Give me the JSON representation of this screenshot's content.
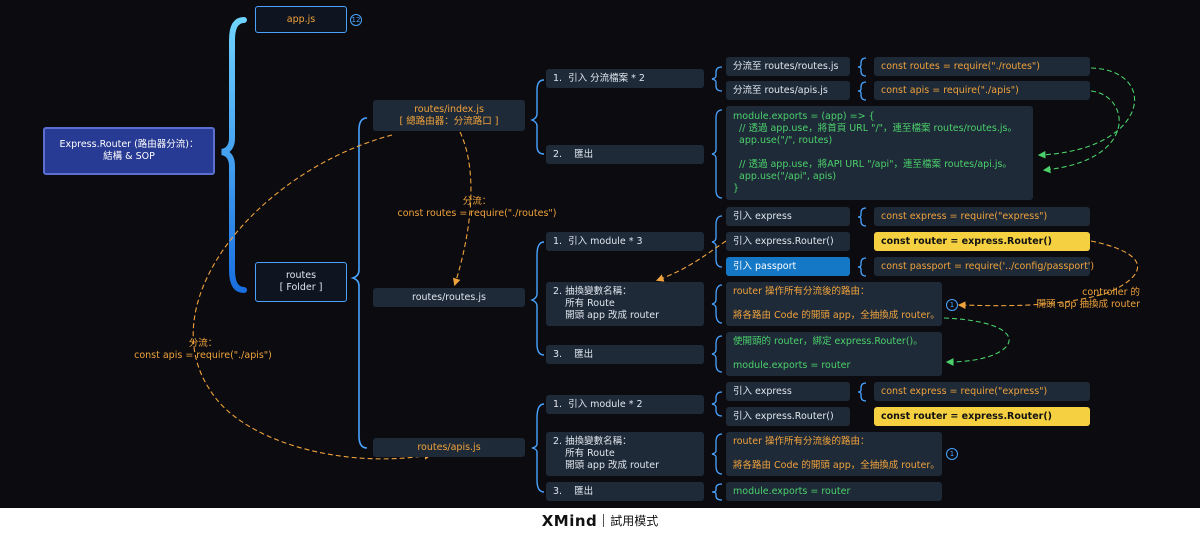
{
  "root": {
    "label": "Express.Router (路由器分流)：\n結構 & SOP"
  },
  "app_js": {
    "label": "app.js",
    "badge": "12"
  },
  "routes_folder": {
    "label": "routes\n[ Folder ]"
  },
  "index_js": {
    "label": "routes/index.js\n[ 總路由器：分流路口 ]",
    "step1": "1.  引入 分流檔案 * 2",
    "step1_items": [
      {
        "label": "分流至 routes/routes.js",
        "code": "const routes = require(\"./routes\")"
      },
      {
        "label": "分流至 routes/apis.js",
        "code": "const apis = require(\"./apis\")"
      }
    ],
    "step2": "2.    匯出",
    "step2_code": "module.exports = (app) => {\n  // 透過 app.use，將首頁 URL \"/\"，連至檔案 routes/routes.js。\n  app.use(\"/\", routes)\n\n  // 透過 app.use，將API URL \"/api\"，連至檔案 routes/api.js。\n  app.use(\"/api\", apis)\n}"
  },
  "routes_js": {
    "label": "routes/routes.js",
    "step1": "1.  引入 module * 3",
    "step1_items": [
      {
        "label": "引入 express",
        "code": "const express = require(\"express\")"
      },
      {
        "label": "引入 express.Router()",
        "code": "const router = express.Router()"
      },
      {
        "label": "引入 passport",
        "code": "const passport = require('../config/passport')"
      }
    ],
    "step2": "2. 抽換變數名稱：\n    所有 Route\n    開頭 app 改成 router",
    "step2_detail": "router 操作所有分流後的路由：\n\n將各路由 Code 的開頭 app，全抽換成 router。",
    "step2_badge": "1",
    "step3": "3.    匯出",
    "step3_detail": "使開頭的 router，綁定 express.Router()。\n\nmodule.exports = router"
  },
  "apis_js": {
    "label": "routes/apis.js",
    "step1": "1.  引入 module * 2",
    "step1_items": [
      {
        "label": "引入 express",
        "code": "const express = require(\"express\")"
      },
      {
        "label": "引入 express.Router()",
        "code": "const router = express.Router()"
      }
    ],
    "step2": "2. 抽換變數名稱：\n    所有 Route\n    開頭 app 改成 router",
    "step2_detail": "router 操作所有分流後的路由：\n\n將各路由 Code 的開頭 app，全抽換成 router。",
    "step2_badge": "1",
    "step3": "3.    匯出",
    "step3_code": "module.exports = router"
  },
  "annotations": {
    "routes_split": "分流：\nconst routes = require(\"./routes\")",
    "apis_split": "分流：\nconst apis = require(\"./apis\")",
    "controller_note": "controller 的\n開頭 app 抽換成 router"
  },
  "footer": {
    "brand": "XMind",
    "mode": "試用模式"
  },
  "colors": {
    "background": "#0b0b10",
    "node": "#1f2a38",
    "accent_blue": "#4aa3ff",
    "code_orange": "#f0a33c",
    "code_green": "#4bd16b",
    "highlight": "#f5d142",
    "root": "#283b94"
  }
}
